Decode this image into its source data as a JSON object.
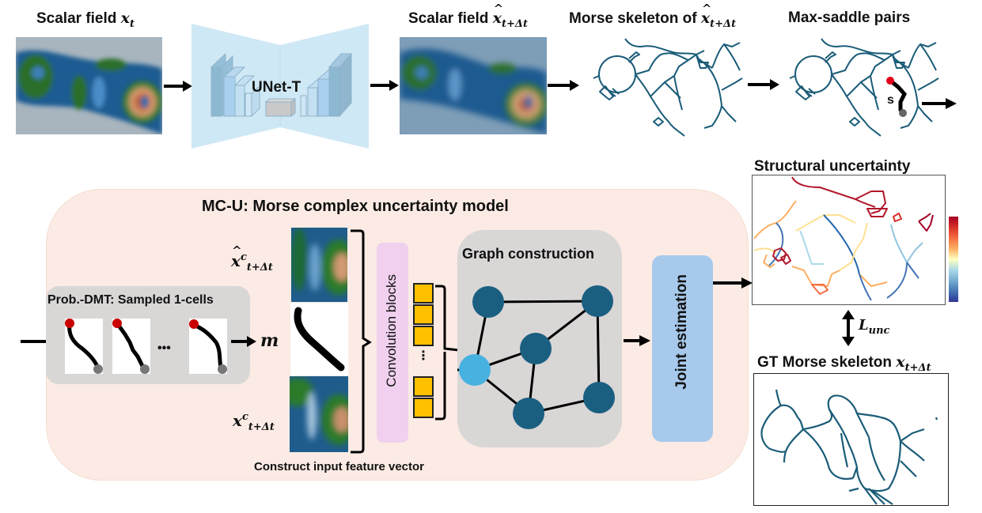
{
  "top_row": {
    "scalar_field_input": {
      "label": "Scalar field ",
      "var": "x",
      "sub": "t"
    },
    "unet": {
      "label": "UNet-T"
    },
    "scalar_field_pred": {
      "label": "Scalar field ",
      "var": "x",
      "sub": "t+Δt",
      "hat": true
    },
    "morse_skeleton": {
      "label": "Morse skeleton of ",
      "var": "x",
      "sub": "t+Δt",
      "hat": true
    },
    "max_saddle": {
      "label": "Max-saddle pairs",
      "marker_label": "s"
    }
  },
  "mcu": {
    "title": "MC-U: Morse complex uncertainty model",
    "dmt": {
      "title": "Prob.-DMT: Sampled  1-cells",
      "ellipsis": "•••",
      "output_var": "m"
    },
    "inputs": {
      "pred_label": {
        "var": "x",
        "sup": "c",
        "sub": "t+Δt",
        "hat": true
      },
      "gt_label": {
        "var": "x",
        "sup": "c",
        "sub": "t+Δt",
        "hat": false
      },
      "caption": "Construct input feature vector"
    },
    "conv": {
      "label": "Convolution blocks",
      "ellipsis": "⋮"
    },
    "graph": {
      "title": "Graph construction",
      "nodes": [
        {
          "id": "n1",
          "highlight": false
        },
        {
          "id": "n2",
          "highlight": false
        },
        {
          "id": "n3",
          "highlight": false
        },
        {
          "id": "n4",
          "highlight": true
        },
        {
          "id": "n5",
          "highlight": false
        },
        {
          "id": "n6",
          "highlight": false
        }
      ],
      "edges": [
        [
          "n1",
          "n2"
        ],
        [
          "n1",
          "n4"
        ],
        [
          "n2",
          "n3"
        ],
        [
          "n2",
          "n6"
        ],
        [
          "n3",
          "n4"
        ],
        [
          "n3",
          "n5"
        ],
        [
          "n4",
          "n5"
        ],
        [
          "n5",
          "n6"
        ]
      ]
    },
    "joint": {
      "label": "Joint estimation"
    }
  },
  "right_col": {
    "uncertainty": {
      "title": "Structural uncertainty"
    },
    "loss": {
      "var": "L",
      "sub": "unc"
    },
    "gt_skeleton": {
      "label": "GT Morse skeleton ",
      "var": "x",
      "sub": "t+Δt"
    }
  },
  "colors": {
    "skeleton": "#1a5c78",
    "node_dark": "#1a5f80",
    "node_light": "#47b1e0",
    "feature_cell": "#ffc000",
    "maximum": "#cc0000",
    "saddle": "#777777",
    "colorbar": [
      "#313695",
      "#4575b4",
      "#74add1",
      "#abd9e9",
      "#ffffbf",
      "#fdae61",
      "#f46d43",
      "#d73027",
      "#a50026"
    ]
  }
}
